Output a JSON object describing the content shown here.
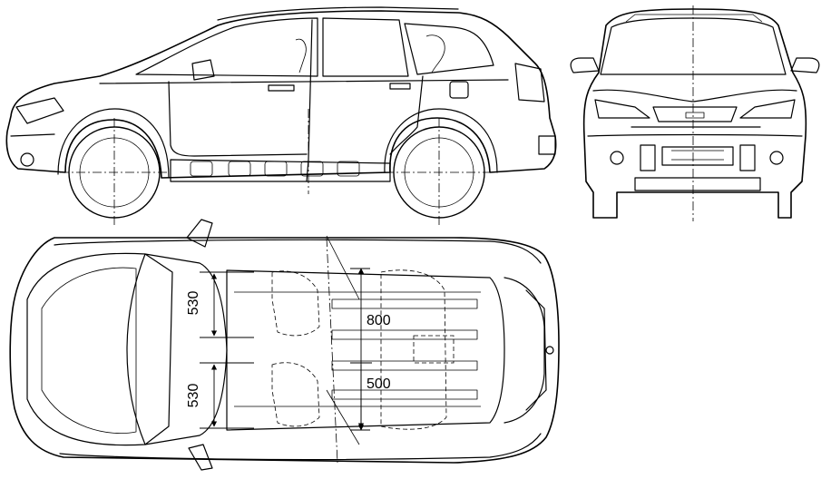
{
  "dimensions": {
    "seat_width_front": "530",
    "seat_width_rear": "530",
    "cargo_length": "800",
    "cargo_depth": "500"
  },
  "views": [
    "side",
    "front",
    "top"
  ]
}
